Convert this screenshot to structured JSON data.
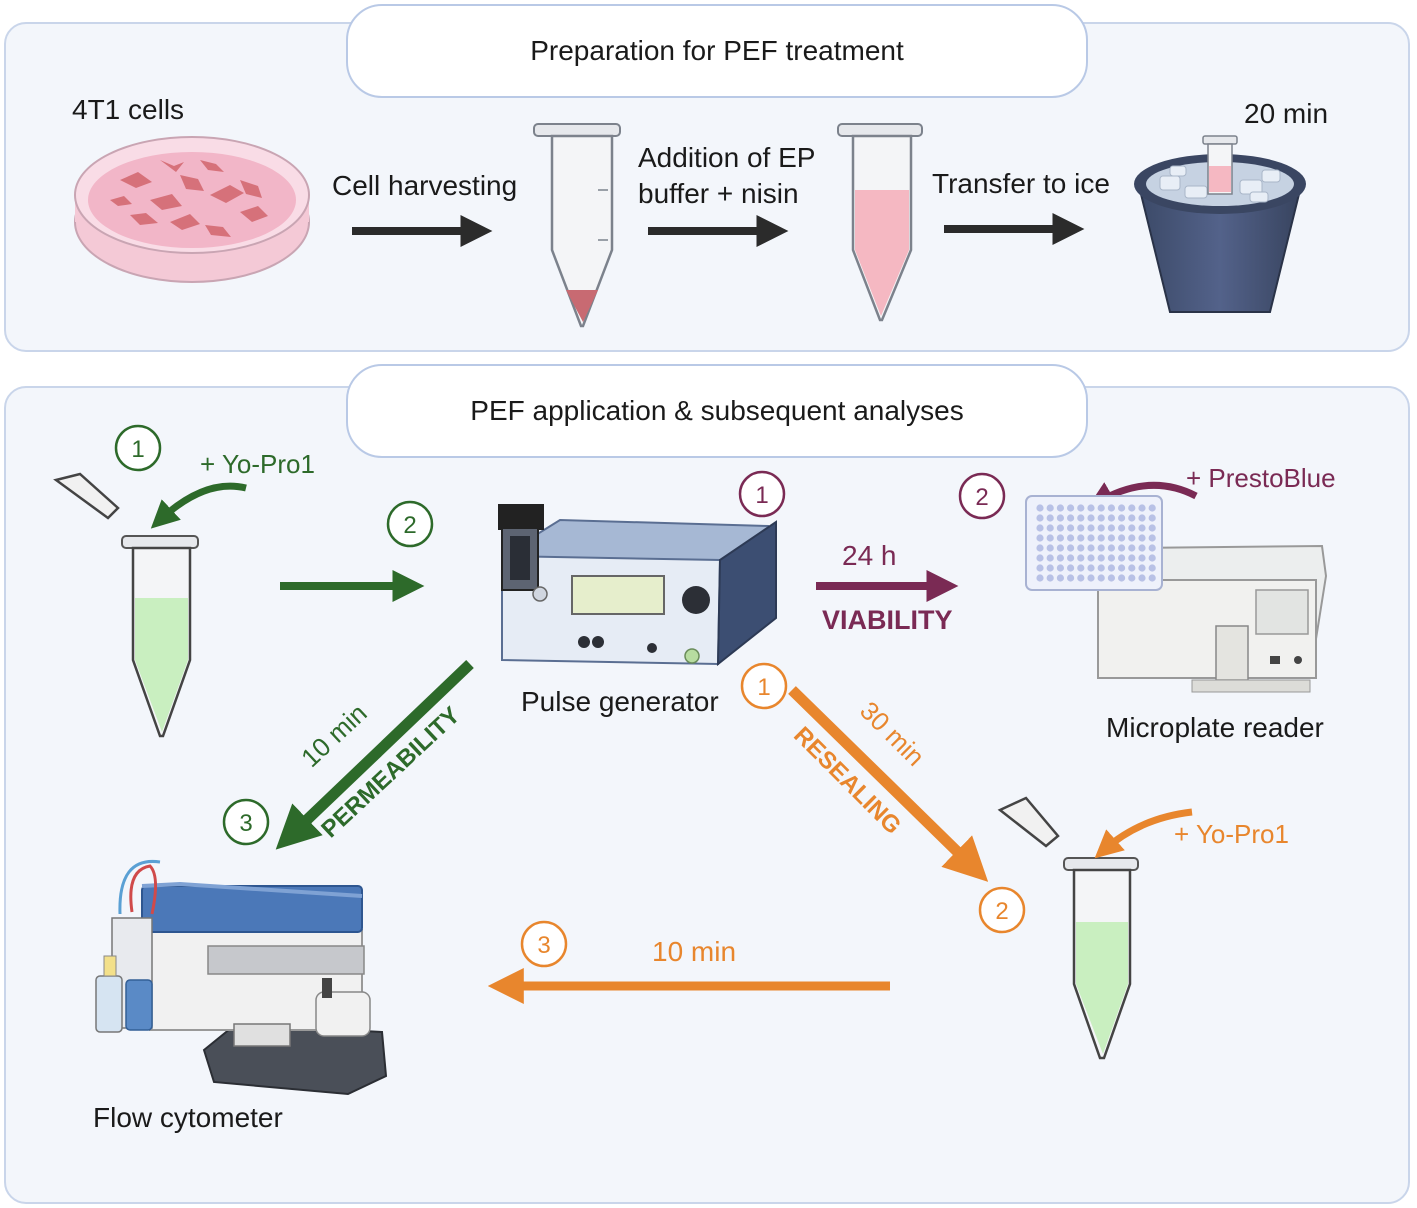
{
  "section_top": {
    "title": "Preparation for PEF treatment",
    "cells_label": "4T1 cells",
    "step1": "Cell harvesting",
    "step2_line1": "Addition of EP",
    "step2_line2": "buffer + nisin",
    "step3": "Transfer to ice",
    "duration": "20 min"
  },
  "section_bottom": {
    "title": "PEF application & subsequent analyses",
    "yopro_green": "+ Yo-Pro1",
    "pulse_generator": "Pulse generator",
    "microplate_reader": "Microplate reader",
    "flow_cytometer": "Flow cytometer",
    "prestoblue": "+ PrestoBlue",
    "viability_time": "24 h",
    "viability": "VIABILITY",
    "permeability_time": "10 min",
    "permeability": "PERMEABILITY",
    "resealing_time": "30 min",
    "resealing": "RESEALING",
    "yopro_orange": "+ Yo-Pro1",
    "final_time": "10 min",
    "steps": {
      "one": "1",
      "two": "2",
      "three": "3"
    }
  },
  "colors": {
    "green": "#2d6a2a",
    "purple": "#7a2a54",
    "orange": "#e8862d",
    "panel_bg": "#f3f6fb",
    "panel_border": "#c9d5ea"
  }
}
